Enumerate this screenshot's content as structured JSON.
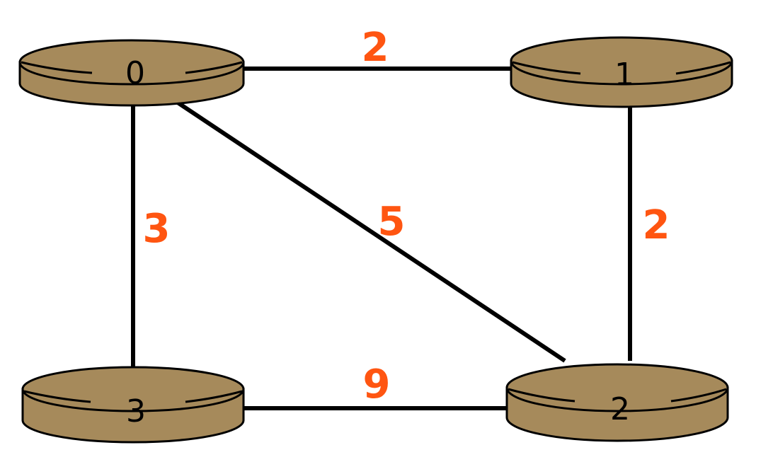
{
  "colors": {
    "router_fill": "#A68A5B",
    "router_stroke": "#000000",
    "edge_stroke": "#000000",
    "weight_text": "#FF5511"
  },
  "nodes": [
    {
      "label": "0"
    },
    {
      "label": "1"
    },
    {
      "label": "2"
    },
    {
      "label": "3"
    }
  ],
  "edges": [
    {
      "from": "0",
      "to": "1",
      "weight": "2"
    },
    {
      "from": "1",
      "to": "2",
      "weight": "2"
    },
    {
      "from": "0",
      "to": "2",
      "weight": "5"
    },
    {
      "from": "0",
      "to": "3",
      "weight": "3"
    },
    {
      "from": "3",
      "to": "2",
      "weight": "9"
    }
  ]
}
